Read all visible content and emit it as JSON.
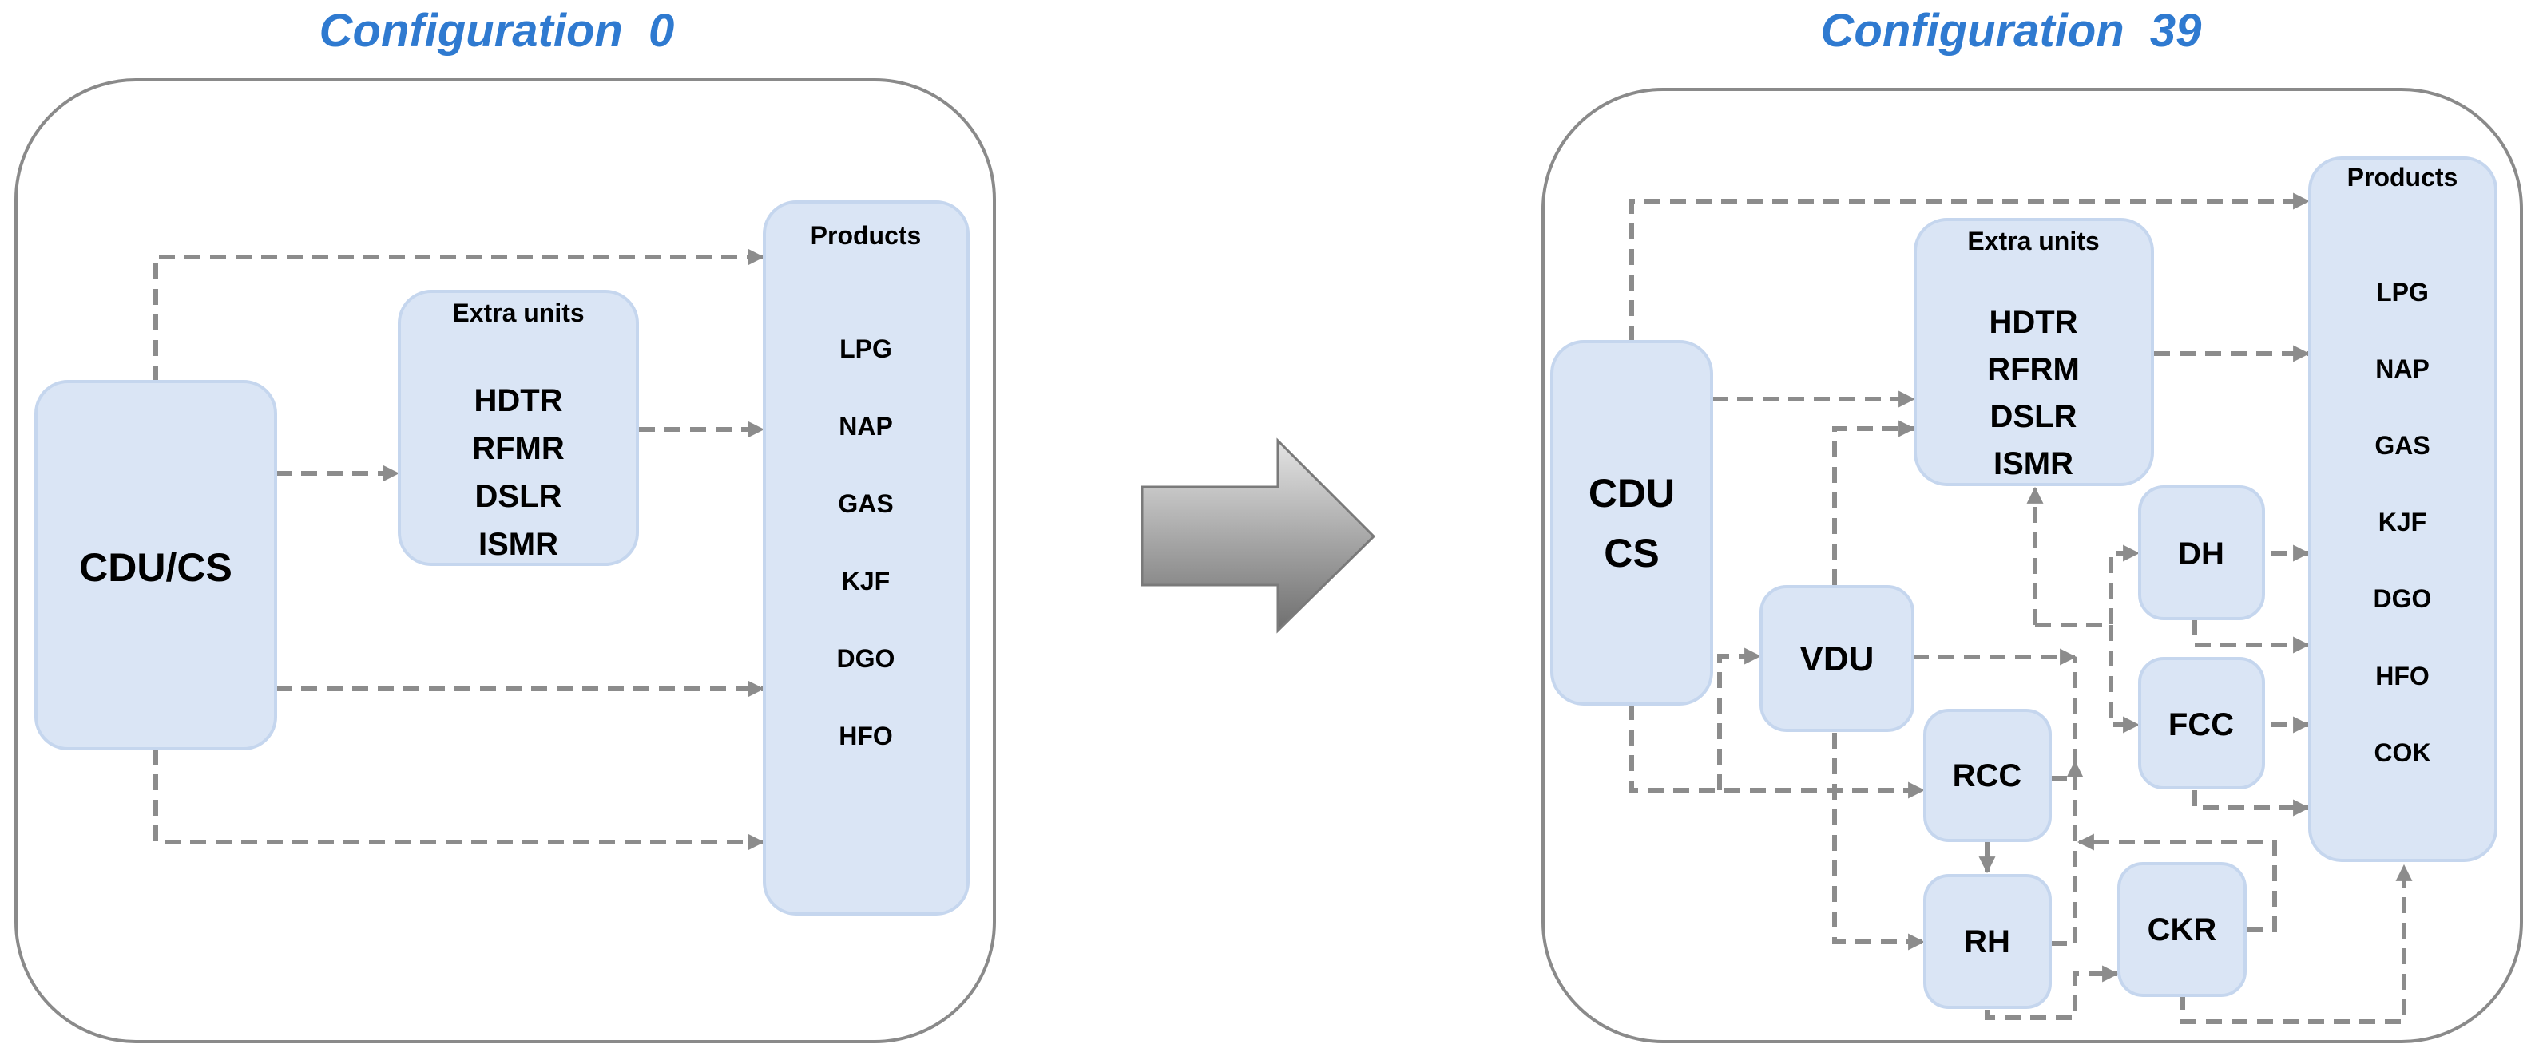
{
  "left": {
    "title": "Configuration  0",
    "main_unit": "CDU/CS",
    "extra_units": {
      "heading": "Extra units",
      "items": [
        "HDTR",
        "RFMR",
        "DSLR",
        "ISMR"
      ]
    },
    "products": {
      "heading": "Products",
      "items": [
        "LPG",
        "NAP",
        "GAS",
        "KJF",
        "DGO",
        "HFO"
      ]
    }
  },
  "right": {
    "title": "Configuration  39",
    "main_unit": {
      "line1": "CDU",
      "line2": "CS"
    },
    "extra_units": {
      "heading": "Extra units",
      "items": [
        "HDTR",
        "RFRM",
        "DSLR",
        "ISMR"
      ]
    },
    "products": {
      "heading": "Products",
      "items": [
        "LPG",
        "NAP",
        "GAS",
        "KJF",
        "DGO",
        "HFO",
        "COK"
      ]
    },
    "units": {
      "vdu": "VDU",
      "dh": "DH",
      "fcc": "FCC",
      "rcc": "RCC",
      "rh": "RH",
      "ckr": "CKR"
    }
  },
  "colors": {
    "title": "#2f7ad0",
    "box_fill": "#dae5f5",
    "box_stroke": "#c5d6ee",
    "frame_stroke": "#8a8a8a",
    "flow": "#8c8c8c"
  }
}
